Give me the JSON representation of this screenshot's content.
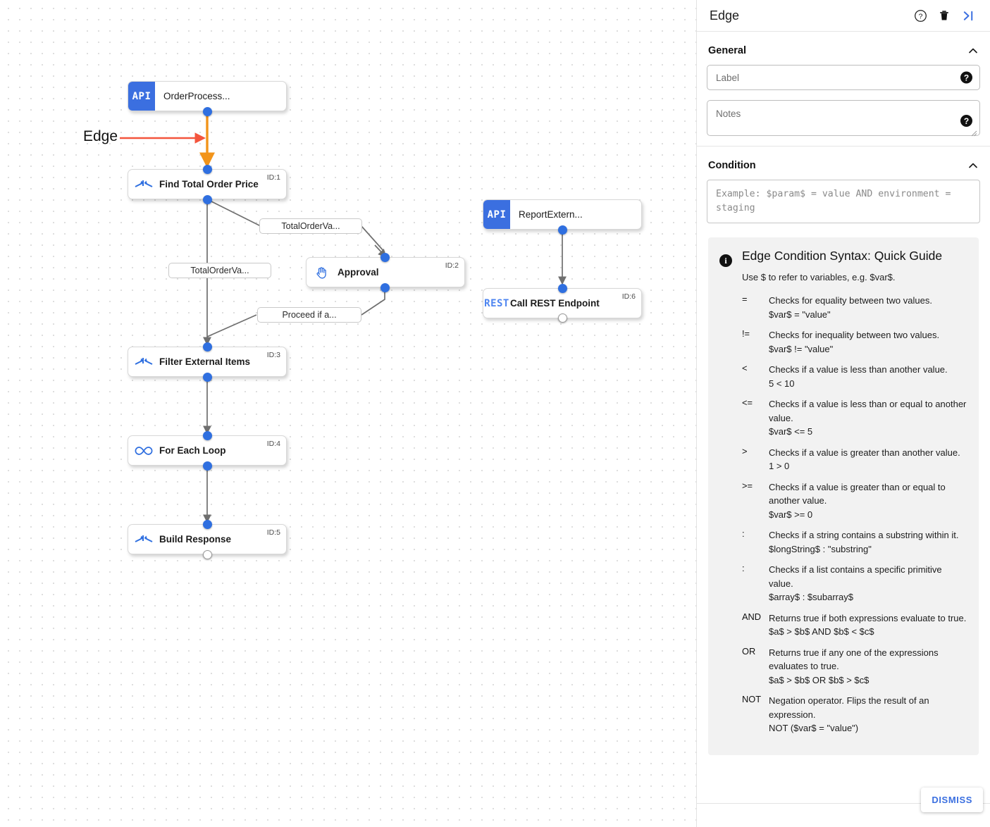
{
  "canvas": {
    "annotation": {
      "label": "Edge",
      "arrow_color": "#f4553d"
    },
    "nodes": [
      {
        "id": "n0",
        "badge": "API",
        "title": "OrderProcess...",
        "id_tag": "",
        "icon": "api-badge"
      },
      {
        "id": "n1",
        "badge": "",
        "title": "Find Total Order Price",
        "id_tag": "ID:1",
        "icon": "merge-arrows-icon"
      },
      {
        "id": "n2",
        "badge": "",
        "title": "Approval",
        "id_tag": "ID:2",
        "icon": "hand-icon"
      },
      {
        "id": "n3",
        "badge": "",
        "title": "Filter External Items",
        "id_tag": "ID:3",
        "icon": "merge-arrows-icon"
      },
      {
        "id": "n4",
        "badge": "",
        "title": "For Each Loop",
        "id_tag": "ID:4",
        "icon": "infinity-icon"
      },
      {
        "id": "n5",
        "badge": "",
        "title": "Build Response",
        "id_tag": "ID:5",
        "icon": "merge-arrows-icon"
      },
      {
        "id": "n6",
        "badge": "API",
        "title": "ReportExtern...",
        "id_tag": "",
        "icon": "api-badge"
      },
      {
        "id": "n7",
        "badge": "REST",
        "title": "Call REST Endpoint",
        "id_tag": "ID:6",
        "icon": "rest-badge"
      }
    ],
    "edge_labels": [
      {
        "text": "TotalOrderVa..."
      },
      {
        "text": "TotalOrderVa..."
      },
      {
        "text": "Proceed if a..."
      }
    ]
  },
  "panel": {
    "title": "Edge",
    "header_icons": [
      {
        "name": "help-icon"
      },
      {
        "name": "delete-icon"
      },
      {
        "name": "collapse-panel-icon"
      }
    ],
    "general": {
      "heading": "General",
      "label_field": {
        "value": "",
        "placeholder": "Label"
      },
      "notes_field": {
        "value": "",
        "placeholder": "Notes"
      }
    },
    "condition": {
      "heading": "Condition",
      "placeholder": "Example: $param$ = value AND environment = staging",
      "value": ""
    },
    "guide": {
      "title": "Edge Condition Syntax: Quick Guide",
      "subtitle": "Use $ to refer to variables, e.g. $var$.",
      "operators": [
        {
          "symbol": "=",
          "description": "Checks for equality between two values.",
          "example": "$var$ = \"value\""
        },
        {
          "symbol": "!=",
          "description": "Checks for inequality between two values.",
          "example": "$var$ != \"value\""
        },
        {
          "symbol": "<",
          "description": "Checks if a value is less than another value.",
          "example": "5 < 10"
        },
        {
          "symbol": "<=",
          "description": "Checks if a value is less than or equal to another value.",
          "example": "$var$ <= 5"
        },
        {
          "symbol": ">",
          "description": "Checks if a value is greater than another value.",
          "example": "1 > 0"
        },
        {
          "symbol": ">=",
          "description": "Checks if a value is greater than or equal to another value.",
          "example": "$var$ >= 0"
        },
        {
          "symbol": ":",
          "description": "Checks if a string contains a substring within it.",
          "example": "$longString$ : \"substring\""
        },
        {
          "symbol": ":",
          "description": "Checks if a list contains a specific primitive value.",
          "example": "$array$ : $subarray$"
        },
        {
          "symbol": "AND",
          "description": "Returns true if both expressions evaluate to true.",
          "example": "$a$ > $b$ AND $b$ < $c$"
        },
        {
          "symbol": "OR",
          "description": "Returns true if any one of the expressions evaluates to true.",
          "example": "$a$ > $b$ OR $b$ > $c$"
        },
        {
          "symbol": "NOT",
          "description": "Negation operator. Flips the result of an expression.",
          "example": "NOT ($var$ = \"value\")"
        }
      ]
    },
    "footer": {
      "dismiss_label": "DISMISS"
    }
  },
  "colors": {
    "accent_blue": "#3b6fe0",
    "port_blue": "#2f6fe0",
    "annotation_red": "#f4553d",
    "edge_orange": "#f2941a",
    "edge_gray": "#6f6f6f",
    "guide_bg": "#f2f2f2"
  }
}
